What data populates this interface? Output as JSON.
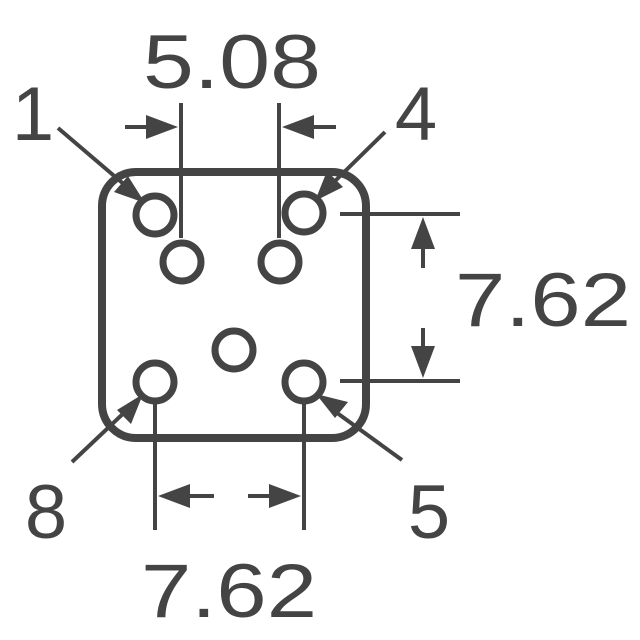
{
  "labels": {
    "pin_1": "1",
    "pin_4": "4",
    "pin_5": "5",
    "pin_8": "8",
    "dim_top": "5.08",
    "dim_right": "7.62",
    "dim_bottom": "7.62"
  },
  "colors": {
    "ink": "#444444",
    "background": "#ffffff"
  }
}
